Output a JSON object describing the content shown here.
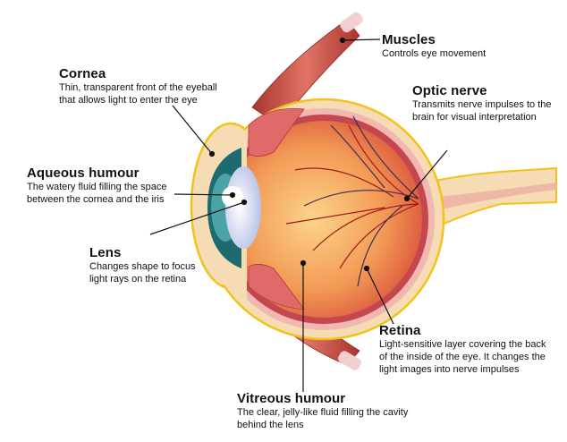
{
  "labels": {
    "muscles": {
      "title": "Muscles",
      "lines": [
        "Controls eye movement"
      ]
    },
    "cornea": {
      "title": "Cornea",
      "lines": [
        "Thin, transparent front of the eyeball",
        "that allows light to enter the eye"
      ]
    },
    "optic_nerve": {
      "title": "Optic nerve",
      "lines": [
        "Transmits nerve impulses to the",
        "brain for visual interpretation"
      ]
    },
    "aqueous": {
      "title": "Aqueous humour",
      "lines": [
        "The watery fluid filling the space",
        "between the cornea and the iris"
      ]
    },
    "lens": {
      "title": "Lens",
      "lines": [
        "Changes shape to focus",
        "light rays on the retina"
      ]
    },
    "retina": {
      "title": "Retina",
      "lines": [
        "Light-sensitive layer covering the back",
        "of the inside of the eye. It changes the",
        "light images into nerve impulses"
      ]
    },
    "vitreous": {
      "title": "Vitreous humour",
      "lines": [
        "The clear, jelly-like fluid filling the cavity",
        "behind the lens"
      ]
    }
  },
  "colors": {
    "sclera": "#f6dcb4",
    "outline": "#f2c21a",
    "retina": "#c4464f",
    "vitreous": "#f7b267",
    "iris": "#1d6b6e",
    "muscle": "#c9504a"
  }
}
